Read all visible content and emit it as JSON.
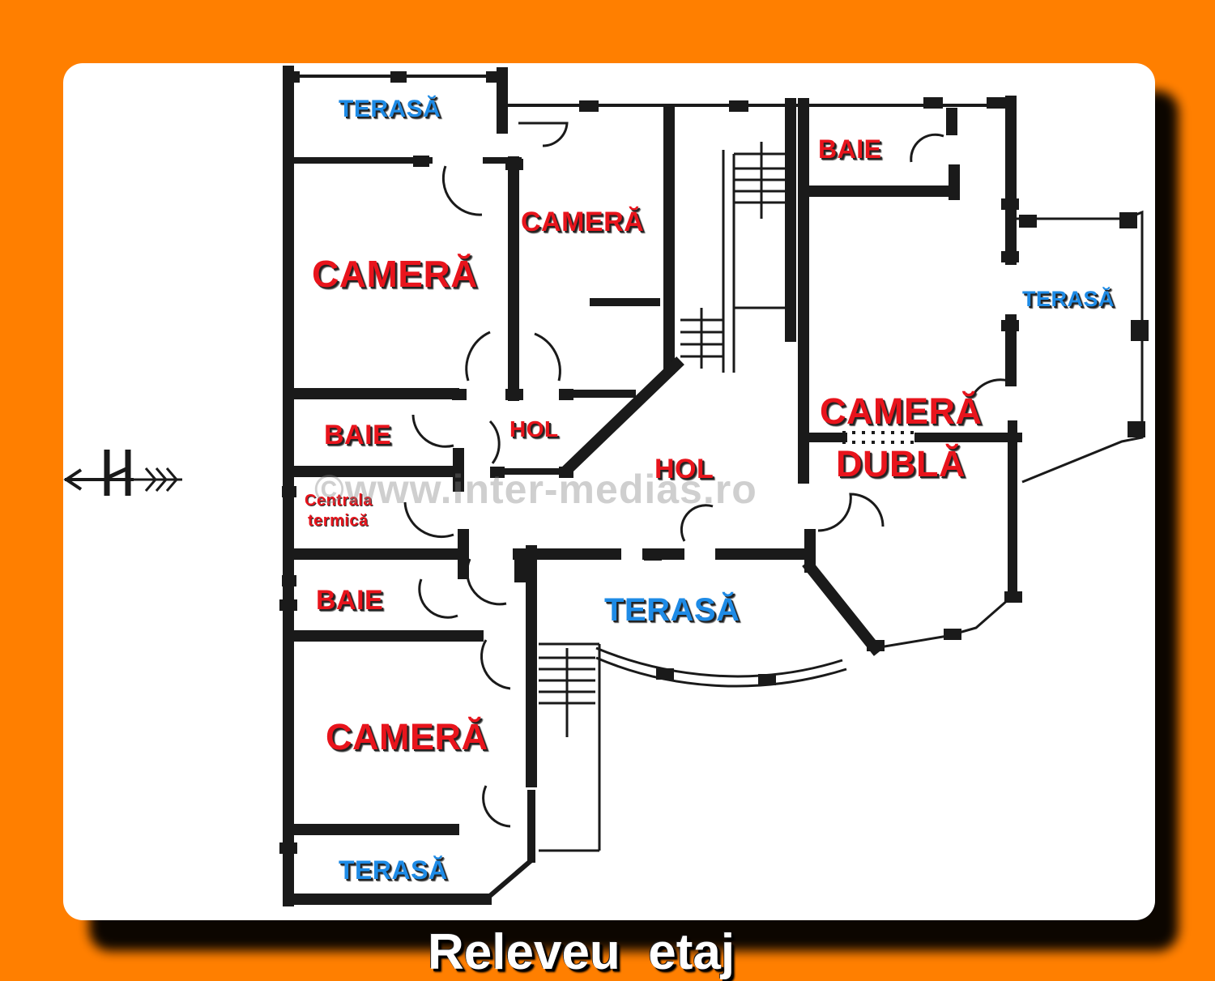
{
  "colors": {
    "background": "#ff7f00",
    "board": "#ffffff",
    "wall": "#1a1a1a",
    "label_red": "#e8141c",
    "label_blue": "#1e8be6",
    "caption": "#ffffff"
  },
  "rooms": {
    "terasa_top": "TERASĂ",
    "camera_left": "CAMERĂ",
    "camera_mid": "CAMERĂ",
    "baie_top": "BAIE",
    "terasa_right": "TERASĂ",
    "baie_left1": "BAIE",
    "hol_small": "HOL",
    "hol_main": "HOL",
    "camera_dubla_1": "CAMERĂ",
    "camera_dubla_2": "DUBLĂ",
    "centrala_1": "Centrala",
    "centrala_2": "termică",
    "baie_left2": "BAIE",
    "terasa_mid": "TERASĂ",
    "camera_bottom": "CAMERĂ",
    "terasa_bottom": "TERASĂ"
  },
  "watermark": "©www.inter-medias.ro",
  "caption": "Releveu  etaj",
  "north_marker": "N"
}
